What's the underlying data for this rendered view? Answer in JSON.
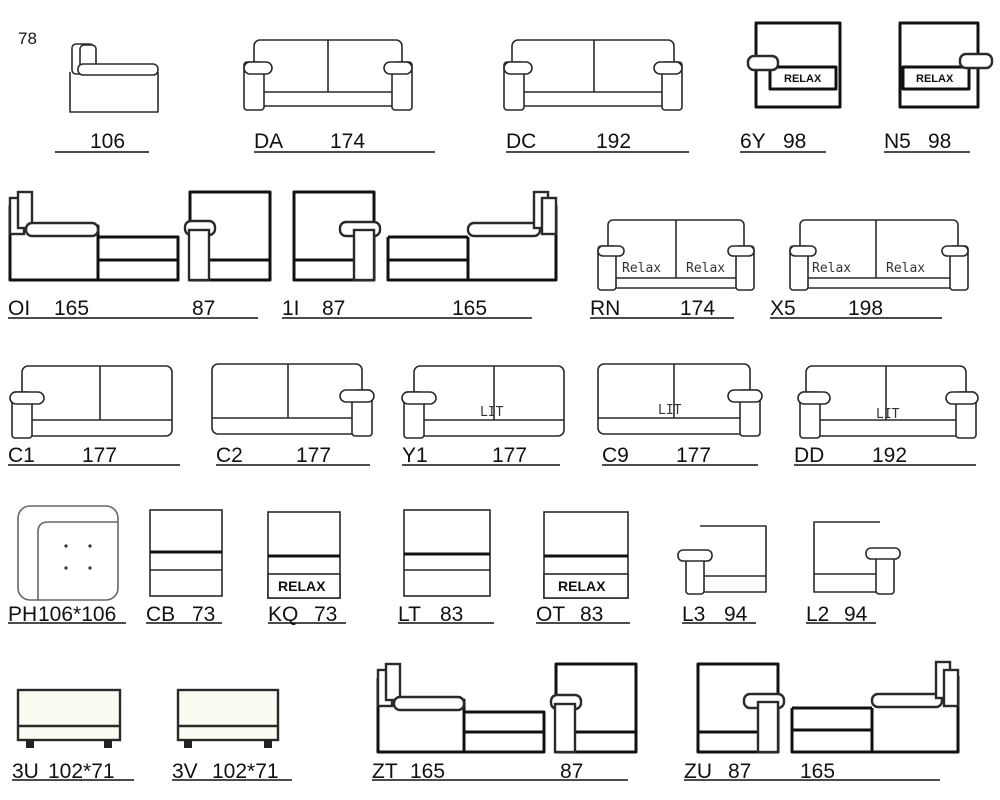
{
  "page_number": "78",
  "rows": [
    [
      {
        "code": "",
        "size": "106",
        "drawing": "armchair-recliner-icon"
      },
      {
        "code": "DA",
        "size": "174",
        "drawing": "sofa-2-seat-icon"
      },
      {
        "code": "DC",
        "size": "192",
        "drawing": "sofa-2-seat-icon",
        "inner_text": ""
      },
      {
        "code": "6Y",
        "size": "98",
        "drawing": "relax-chair-icon",
        "inner_text": "RELAX"
      },
      {
        "code": "N5",
        "size": "98",
        "drawing": "relax-chair-icon",
        "inner_text": "RELAX"
      }
    ],
    [
      {
        "code": "OI",
        "size": "165",
        "size2": "87",
        "drawing": "corner-left-combo-icon"
      },
      {
        "code": "1I",
        "size": "87",
        "size2": "165",
        "drawing": "corner-right-combo-icon"
      },
      {
        "code": "RN",
        "size": "174",
        "drawing": "sofa-relax-icon",
        "inner_text": "Relax",
        "inner_text2": "Relax"
      },
      {
        "code": "X5",
        "size": "198",
        "drawing": "sofa-relax-icon",
        "inner_text": "Relax",
        "inner_text2": "Relax"
      }
    ],
    [
      {
        "code": "C1",
        "size": "177",
        "drawing": "sofa-left-arm-icon"
      },
      {
        "code": "C2",
        "size": "177",
        "drawing": "sofa-right-arm-icon"
      },
      {
        "code": "Y1",
        "size": "177",
        "drawing": "sofa-bed-left-arm-icon",
        "inner_text": "LIT"
      },
      {
        "code": "C9",
        "size": "177",
        "drawing": "sofa-bed-right-arm-icon",
        "inner_text": "LIT"
      },
      {
        "code": "DD",
        "size": "192",
        "drawing": "sofa-bed-two-arm-icon",
        "inner_text": "LIT"
      }
    ],
    [
      {
        "code": "PH",
        "size": "106*106",
        "drawing": "corner-seat-icon"
      },
      {
        "code": "CB",
        "size": "73",
        "drawing": "module-icon"
      },
      {
        "code": "KQ",
        "size": "73",
        "drawing": "module-relax-icon",
        "inner_text": "RELAX"
      },
      {
        "code": "LT",
        "size": "83",
        "drawing": "module-icon"
      },
      {
        "code": "OT",
        "size": "83",
        "drawing": "module-relax-icon",
        "inner_text": "RELAX"
      },
      {
        "code": "L3",
        "size": "94",
        "drawing": "chaise-left-icon"
      },
      {
        "code": "L2",
        "size": "94",
        "drawing": "chaise-right-icon"
      }
    ],
    [
      {
        "code": "3U",
        "size": "102*71",
        "drawing": "pouf-icon"
      },
      {
        "code": "3V",
        "size": "102*71",
        "drawing": "pouf-icon"
      },
      {
        "code": "ZT",
        "size": "165",
        "size2": "87",
        "drawing": "corner-left-combo-icon"
      },
      {
        "code": "ZU",
        "size": "87",
        "size2": "165",
        "drawing": "corner-right-combo-icon"
      }
    ]
  ]
}
